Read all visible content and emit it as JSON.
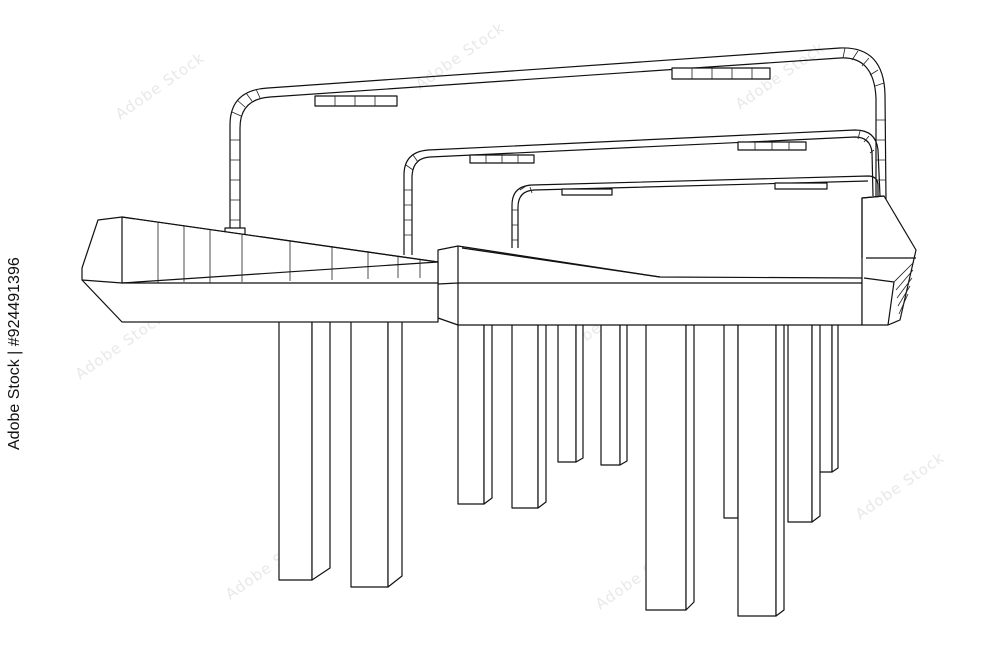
{
  "watermark": {
    "text": "Adobe Stock"
  },
  "stock_id_label": "Adobe Stock | #924491396",
  "illustration": {
    "subject": "wireframe highway overpass",
    "line_color": "#111111",
    "background_color": "#ffffff"
  }
}
